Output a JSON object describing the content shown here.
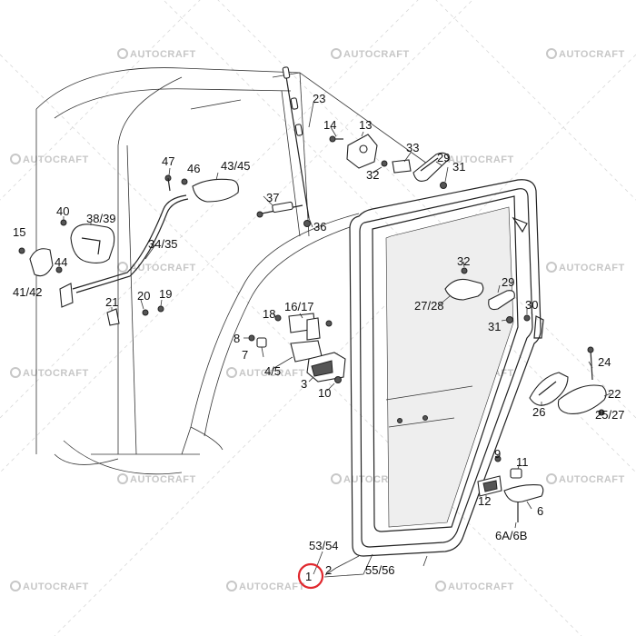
{
  "watermark": {
    "text": "AUTOCRAFT"
  },
  "highlight": {
    "label": "1",
    "color": "#e0282e"
  },
  "labels": {
    "l23": "23",
    "l14": "14",
    "l13": "13",
    "l33": "33",
    "l29a": "29",
    "l31a": "31",
    "l32a": "32",
    "l47": "47",
    "l46": "46",
    "l4345": "43/45",
    "l40": "40",
    "l3839": "38/39",
    "l3435": "34/35",
    "l15": "15",
    "l44": "44",
    "l4142": "41/42",
    "l37": "37",
    "l36": "36",
    "l32b": "32",
    "l29b": "29",
    "l2728": "27/28",
    "l31b": "31",
    "l30": "30",
    "l21": "21",
    "l20": "20",
    "l19": "19",
    "l1617": "16/17",
    "l18": "18",
    "l8": "8",
    "l7": "7",
    "l45": "4/5",
    "l3": "3",
    "l10": "10",
    "l24": "24",
    "l22": "22",
    "l26": "26",
    "l2527": "25/27",
    "l9": "9",
    "l11": "11",
    "l12": "12",
    "l6": "6",
    "l6a6b": "6A/6B",
    "l5354": "53/54",
    "l2": "2",
    "l5556": "55/56",
    "l1": "1"
  }
}
